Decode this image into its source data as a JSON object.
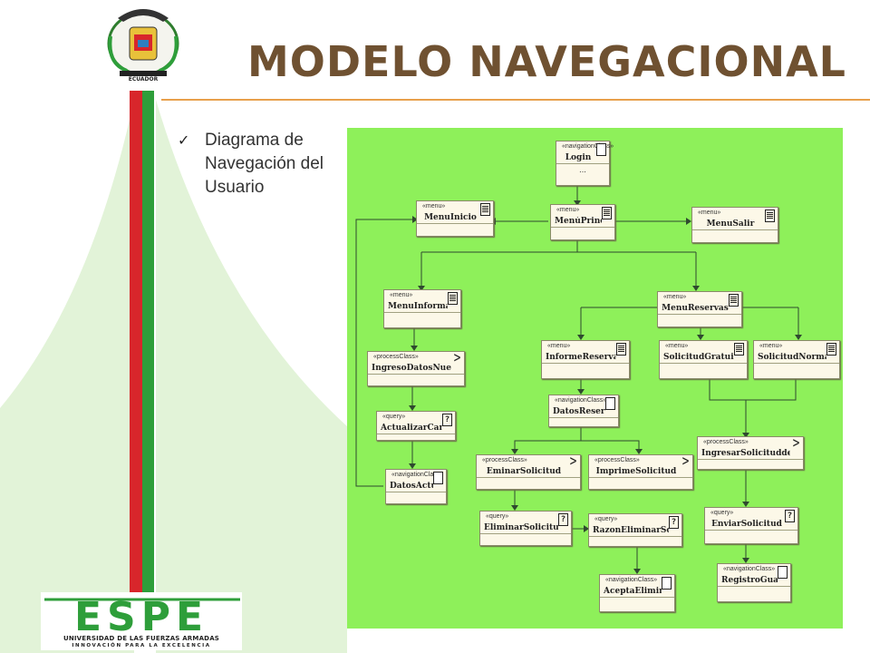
{
  "slide": {
    "title": "MODELO NAVEGACIONAL",
    "bullet": "Diagrama de Navegación del Usuario",
    "check_icon": "✓"
  },
  "logo": {
    "country_text": "ECUADOR",
    "espe_word": "ESPE",
    "espe_subtitle": "UNIVERSIDAD DE LAS FUERZAS ARMADAS",
    "espe_motto": "INNOVACIÓN PARA LA EXCELENCIA",
    "colors": {
      "red": "#d8262b",
      "green": "#2e9e3a",
      "light_green": "#e2f3d8"
    }
  },
  "diagram": {
    "background": "#8ef05a",
    "nodes": [
      {
        "id": "login",
        "stereotype": "«navigationClass»",
        "name": "Login",
        "icon": "nav",
        "extra": "..."
      },
      {
        "id": "menu_principal",
        "stereotype": "«menu»",
        "name": "MenúPrincipal",
        "icon": "menu"
      },
      {
        "id": "menu_inicio",
        "stereotype": "«menu»",
        "name": "MenuInicio",
        "icon": "menu"
      },
      {
        "id": "menu_salir",
        "stereotype": "«menu»",
        "name": "MenuSalir",
        "icon": "menu"
      },
      {
        "id": "menu_info",
        "stereotype": "«menu»",
        "name": "MenuInformaciónPersonal",
        "icon": "menu"
      },
      {
        "id": "menu_reservas",
        "stereotype": "«menu»",
        "name": "MenuReservas",
        "icon": "menu"
      },
      {
        "id": "ingreso_datos",
        "stereotype": "«processClass»",
        "name": "IngresoDatosNuevos",
        "icon": "proc"
      },
      {
        "id": "informe_reserva",
        "stereotype": "«menu»",
        "name": "InformeReservaPersonal",
        "icon": "menu"
      },
      {
        "id": "sol_gratuidad",
        "stereotype": "«menu»",
        "name": "SolicitudGratuidad",
        "icon": "menu"
      },
      {
        "id": "sol_normal",
        "stereotype": "«menu»",
        "name": "SolicitudNormal",
        "icon": "menu"
      },
      {
        "id": "actualizar",
        "stereotype": "«query»",
        "name": "ActualizarCambios",
        "icon": "query"
      },
      {
        "id": "datos_reservas",
        "stereotype": "«navigationClass»",
        "name": "DatosReservasSolicitadas",
        "icon": "nav"
      },
      {
        "id": "ingresar_sol",
        "stereotype": "«processClass»",
        "name": "IngresarSolicituddeReservas",
        "icon": "proc"
      },
      {
        "id": "datos_act",
        "stereotype": "«navigationClass»",
        "name": "DatosActualizados",
        "icon": "nav"
      },
      {
        "id": "eminar_sol",
        "stereotype": "«processClass»",
        "name": "EminarSolicitud",
        "icon": "proc"
      },
      {
        "id": "imprime_sol",
        "stereotype": "«processClass»",
        "name": "ImprimeSolicitud",
        "icon": "proc"
      },
      {
        "id": "eliminar_sol",
        "stereotype": "«query»",
        "name": "EliminarSolicitud",
        "icon": "query"
      },
      {
        "id": "razon_elim",
        "stereotype": "«query»",
        "name": "RazonEliminarSolicitud",
        "icon": "query"
      },
      {
        "id": "enviar_sol",
        "stereotype": "«query»",
        "name": "EnviarSolicitud",
        "icon": "query"
      },
      {
        "id": "acepta_elim",
        "stereotype": "«navigationClass»",
        "name": "AceptaEliminación",
        "icon": "nav"
      },
      {
        "id": "registro",
        "stereotype": "«navigationClass»",
        "name": "RegistroGuardado",
        "icon": "nav"
      }
    ],
    "icons": {
      "menu": "menu-icon",
      "nav": "navigation-class-icon",
      "query": "query-icon",
      "proc": "process-class-icon"
    },
    "icon_glyphs": {
      "menu": "",
      "nav": "",
      "query": "?",
      "proc": "ᐳ"
    }
  }
}
